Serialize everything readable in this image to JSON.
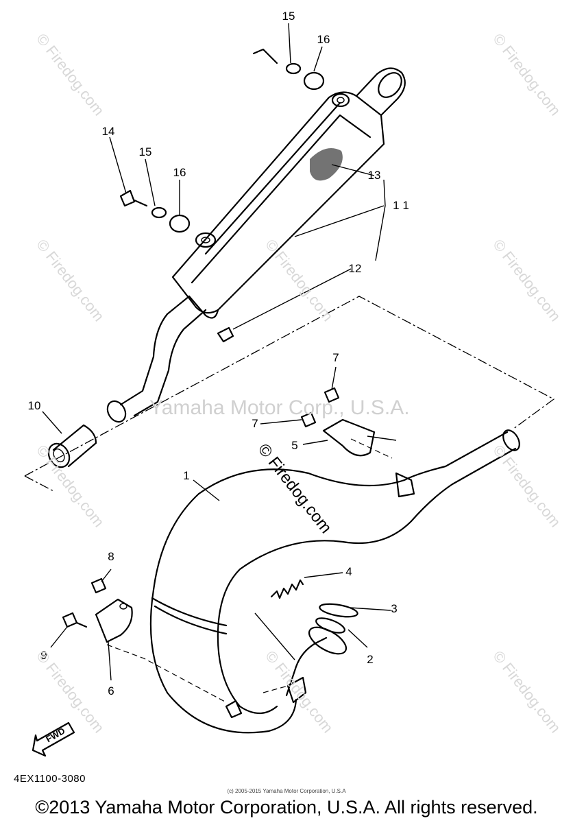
{
  "callouts": [
    {
      "label": "1"
    },
    {
      "label": "2"
    },
    {
      "label": "3"
    },
    {
      "label": "4"
    },
    {
      "label": "5"
    },
    {
      "label": "6"
    },
    {
      "label": "7"
    },
    {
      "label": "7"
    },
    {
      "label": "8"
    },
    {
      "label": "9"
    },
    {
      "label": "10"
    },
    {
      "label": "11"
    },
    {
      "label": "12"
    },
    {
      "label": "13"
    },
    {
      "label": "14"
    },
    {
      "label": "15"
    },
    {
      "label": "15"
    },
    {
      "label": "16"
    },
    {
      "label": "16"
    }
  ],
  "watermarks": {
    "corner_text": "© Firedog.com",
    "center_text": "Yamaha Motor Corp., U.S.A.",
    "diagonal_text": "© Firedog.com"
  },
  "fwd_label": "FWD",
  "part_code": "4EX1100-3080",
  "small_copyright": "(c) 2005-2015 Yamaha Motor Corporation, U.S.A",
  "footer_copyright": "©2013 Yamaha Motor Corporation, U.S.A. All rights reserved."
}
